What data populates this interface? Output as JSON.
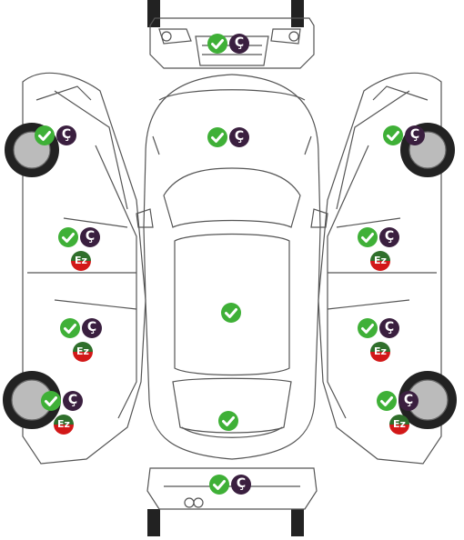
{
  "diagram": {
    "colors": {
      "ok": "#3fb037",
      "painted": "#3a1f3f",
      "dent_top": "#2f6f2b",
      "dent_bottom": "#d21818"
    },
    "labels": {
      "painted": "Ç",
      "dent": "Ez"
    },
    "panels": [
      {
        "id": "front-bumper",
        "marks": [
          "ok",
          "painted"
        ]
      },
      {
        "id": "hood",
        "marks": [
          "ok",
          "painted"
        ]
      },
      {
        "id": "roof",
        "marks": [
          "ok"
        ]
      },
      {
        "id": "trunk",
        "marks": [
          "ok"
        ]
      },
      {
        "id": "rear-bumper",
        "marks": [
          "ok",
          "painted"
        ]
      },
      {
        "id": "left-front-fender",
        "marks": [
          "ok",
          "painted"
        ]
      },
      {
        "id": "left-front-door",
        "marks": [
          "ok",
          "painted",
          "dent"
        ]
      },
      {
        "id": "left-rear-door",
        "marks": [
          "ok",
          "painted",
          "dent"
        ]
      },
      {
        "id": "left-rear-fender",
        "marks": [
          "ok",
          "painted",
          "dent"
        ]
      },
      {
        "id": "right-front-fender",
        "marks": [
          "ok",
          "painted"
        ]
      },
      {
        "id": "right-front-door",
        "marks": [
          "ok",
          "painted",
          "dent"
        ]
      },
      {
        "id": "right-rear-door",
        "marks": [
          "ok",
          "painted",
          "dent"
        ]
      },
      {
        "id": "right-rear-fender",
        "marks": [
          "ok",
          "painted",
          "dent"
        ]
      }
    ]
  }
}
